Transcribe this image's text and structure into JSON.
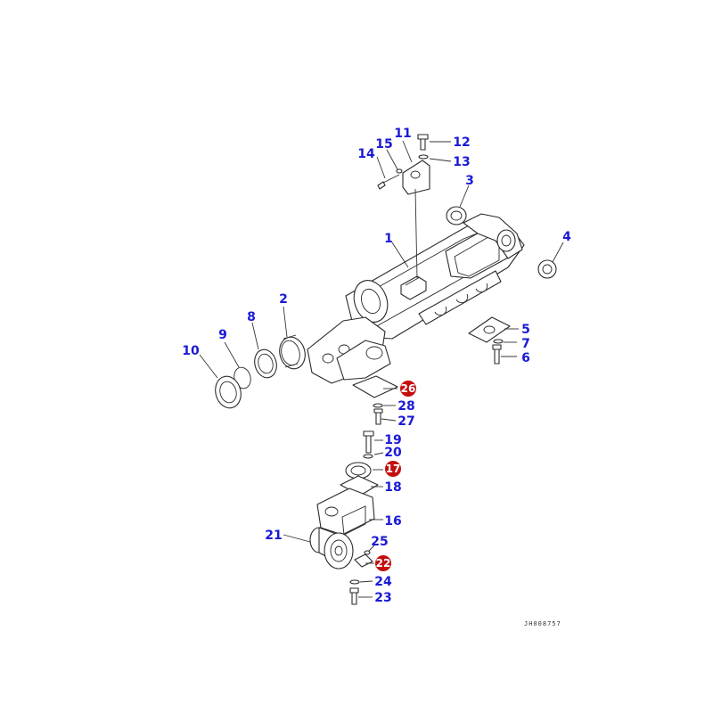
{
  "drawing_code": "JH008757",
  "highlight_color": "#c40e0e",
  "label_color": "#1a1ad6",
  "callouts": [
    {
      "id": "1",
      "label": "1",
      "highlighted": false
    },
    {
      "id": "2",
      "label": "2",
      "highlighted": false
    },
    {
      "id": "3",
      "label": "3",
      "highlighted": false
    },
    {
      "id": "4",
      "label": "4",
      "highlighted": false
    },
    {
      "id": "5",
      "label": "5",
      "highlighted": false
    },
    {
      "id": "6",
      "label": "6",
      "highlighted": false
    },
    {
      "id": "7",
      "label": "7",
      "highlighted": false
    },
    {
      "id": "8",
      "label": "8",
      "highlighted": false
    },
    {
      "id": "9",
      "label": "9",
      "highlighted": false
    },
    {
      "id": "10",
      "label": "10",
      "highlighted": false
    },
    {
      "id": "11",
      "label": "11",
      "highlighted": false
    },
    {
      "id": "12",
      "label": "12",
      "highlighted": false
    },
    {
      "id": "13",
      "label": "13",
      "highlighted": false
    },
    {
      "id": "14",
      "label": "14",
      "highlighted": false
    },
    {
      "id": "15",
      "label": "15",
      "highlighted": false
    },
    {
      "id": "16",
      "label": "16",
      "highlighted": false
    },
    {
      "id": "17",
      "label": "17",
      "highlighted": true
    },
    {
      "id": "18",
      "label": "18",
      "highlighted": false
    },
    {
      "id": "19",
      "label": "19",
      "highlighted": false
    },
    {
      "id": "20",
      "label": "20",
      "highlighted": false
    },
    {
      "id": "21",
      "label": "21",
      "highlighted": false
    },
    {
      "id": "22",
      "label": "22",
      "highlighted": true
    },
    {
      "id": "23",
      "label": "23",
      "highlighted": false
    },
    {
      "id": "24",
      "label": "24",
      "highlighted": false
    },
    {
      "id": "25",
      "label": "25",
      "highlighted": false
    },
    {
      "id": "26",
      "label": "26",
      "highlighted": true
    },
    {
      "id": "27",
      "label": "27",
      "highlighted": false
    },
    {
      "id": "28",
      "label": "28",
      "highlighted": false
    }
  ]
}
